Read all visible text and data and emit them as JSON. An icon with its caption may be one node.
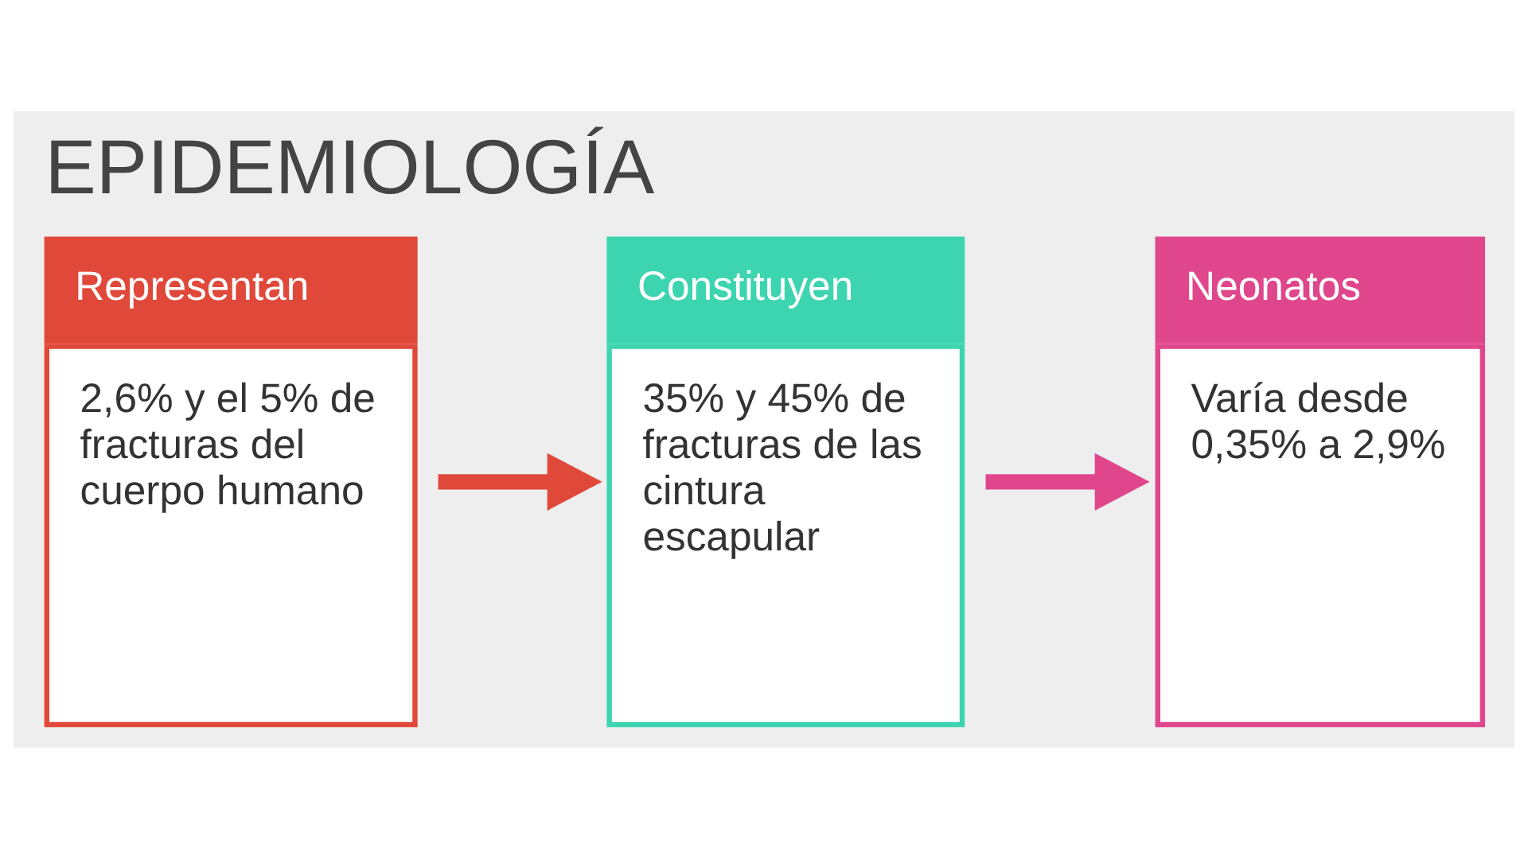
{
  "diagram": {
    "title": "EPIDEMIOLOGÍA",
    "nodes": [
      {
        "text": [
          "Representan",
          "2,6% y el 5% de fracturas del cuerpo humano"
        ]
      },
      {
        "text": [
          "Constituyen",
          "35% y 45% de fracturas de las cintura escapular"
        ]
      },
      {
        "text": [
          "Neonatos",
          "Varía desde 0,35% a 2,9%"
        ]
      }
    ],
    "edges": [
      {
        "from": 0,
        "to": 1,
        "arrow": "to",
        "color": "#e0483a"
      },
      {
        "from": 1,
        "to": 2,
        "arrow": "to",
        "color": "#e0468c"
      }
    ]
  }
}
